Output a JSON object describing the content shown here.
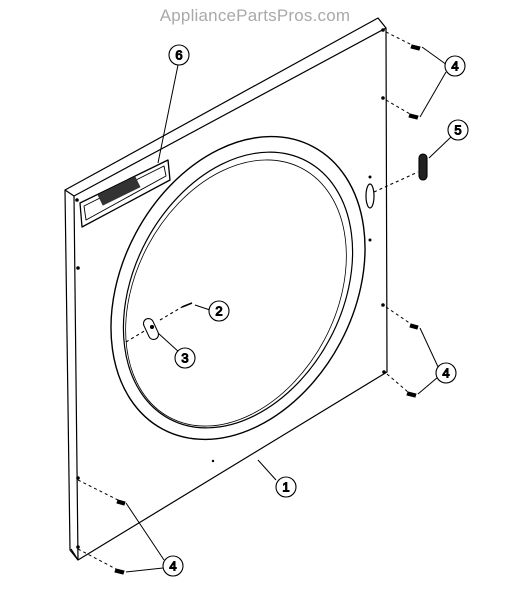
{
  "watermark": "AppliancePartsPros.com",
  "callouts": [
    {
      "id": "callout-1",
      "label": "1"
    },
    {
      "id": "callout-2",
      "label": "2"
    },
    {
      "id": "callout-3",
      "label": "3"
    },
    {
      "id": "callout-4a",
      "label": "4"
    },
    {
      "id": "callout-4b",
      "label": "4"
    },
    {
      "id": "callout-4c",
      "label": "4"
    },
    {
      "id": "callout-5",
      "label": "5"
    },
    {
      "id": "callout-6",
      "label": "6"
    }
  ]
}
